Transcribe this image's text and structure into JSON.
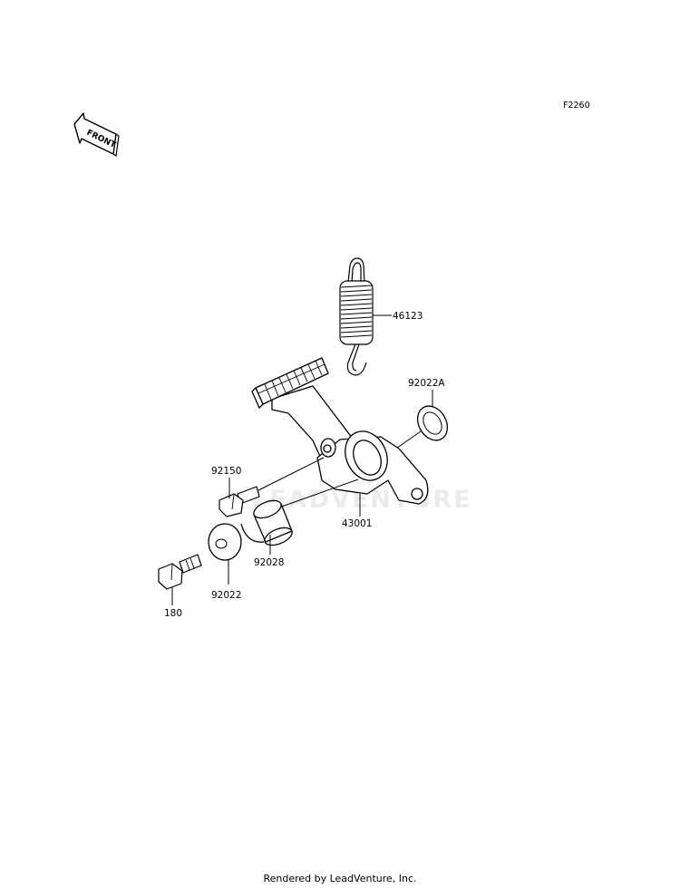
{
  "diagram": {
    "reference_code": "F2260",
    "front_label": "FRONT",
    "watermark": "LEADVENTURE",
    "footer": "Rendered by LeadVenture, Inc.",
    "parts": [
      {
        "id": "spring",
        "label": "46123"
      },
      {
        "id": "washer-right",
        "label": "92022A"
      },
      {
        "id": "pedal",
        "label": "43001"
      },
      {
        "id": "pin-bolt",
        "label": "92150"
      },
      {
        "id": "collar",
        "label": "92028"
      },
      {
        "id": "washer-left",
        "label": "92022"
      },
      {
        "id": "bolt",
        "label": "180"
      }
    ]
  }
}
